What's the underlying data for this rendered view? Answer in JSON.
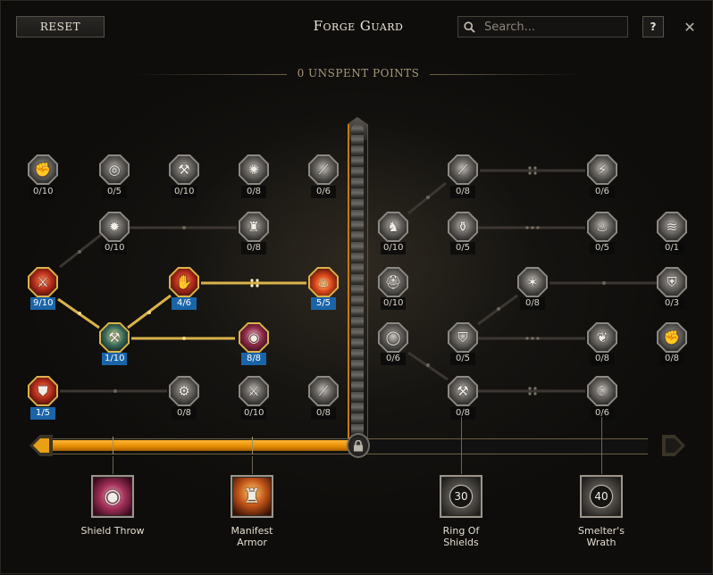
{
  "header": {
    "reset_label": "RESET",
    "title": "Forge Guard",
    "search_placeholder": "Search...",
    "help_label": "?",
    "close_label": "✕",
    "unspent_points": "0 UNSPENT POINTS"
  },
  "progress": {
    "filled_fraction": 0.51,
    "lock_icon": "lock-icon"
  },
  "left_tree": [
    {
      "id": "l1",
      "count": "0/10",
      "state": "normal",
      "icon": "fist-icon"
    },
    {
      "id": "l2",
      "count": "0/5",
      "state": "normal",
      "icon": "swirl-icon"
    },
    {
      "id": "l3",
      "count": "0/10",
      "state": "normal",
      "icon": "hammer-icon"
    },
    {
      "id": "l4",
      "count": "0/8",
      "state": "normal",
      "icon": "burst-icon"
    },
    {
      "id": "l5",
      "count": "0/6",
      "state": "normal",
      "icon": "slash-icon"
    },
    {
      "id": "l6",
      "count": "0/10",
      "state": "normal",
      "icon": "whirl-icon"
    },
    {
      "id": "l7",
      "count": "0/8",
      "state": "normal",
      "icon": "spire-icon"
    },
    {
      "id": "l8",
      "count": "9/10",
      "state": "active",
      "icon": "crossed-swords-icon"
    },
    {
      "id": "l9",
      "count": "4/6",
      "state": "active",
      "icon": "gauntlet-icon"
    },
    {
      "id": "l10",
      "count": "5/5",
      "state": "active",
      "icon": "flame-icon"
    },
    {
      "id": "l11",
      "count": "1/10",
      "state": "active",
      "icon": "forge-hammer-icon"
    },
    {
      "id": "l12",
      "count": "8/8",
      "state": "active",
      "icon": "round-shield-icon"
    },
    {
      "id": "l13",
      "count": "1/5",
      "state": "active",
      "icon": "kite-shield-icon"
    },
    {
      "id": "l14",
      "count": "0/8",
      "state": "normal",
      "icon": "gear-icon"
    },
    {
      "id": "l15",
      "count": "0/10",
      "state": "normal",
      "icon": "axe-icon"
    },
    {
      "id": "l16",
      "count": "0/8",
      "state": "normal",
      "icon": "blade-icon"
    }
  ],
  "right_tree": [
    {
      "id": "r1",
      "count": "0/8",
      "state": "normal",
      "icon": "spear-icon"
    },
    {
      "id": "r2",
      "count": "0/6",
      "state": "normal",
      "icon": "claw-icon"
    },
    {
      "id": "r3",
      "count": "0/10",
      "state": "normal",
      "icon": "knight-icon"
    },
    {
      "id": "r4",
      "count": "0/5",
      "state": "normal",
      "icon": "flask-icon"
    },
    {
      "id": "r5",
      "count": "0/5",
      "state": "normal",
      "icon": "brazier-icon"
    },
    {
      "id": "r6",
      "count": "0/1",
      "state": "normal",
      "icon": "wave-icon"
    },
    {
      "id": "r7",
      "count": "0/10",
      "state": "normal",
      "icon": "helm-icon"
    },
    {
      "id": "r8",
      "count": "0/8",
      "state": "normal",
      "icon": "strike-icon"
    },
    {
      "id": "r9",
      "count": "0/3",
      "state": "normal",
      "icon": "armor-icon"
    },
    {
      "id": "r10",
      "count": "0/6",
      "state": "normal",
      "icon": "ring-icon"
    },
    {
      "id": "r11",
      "count": "0/5",
      "state": "normal",
      "icon": "crest-icon"
    },
    {
      "id": "r12",
      "count": "0/8",
      "state": "normal",
      "icon": "feather-icon"
    },
    {
      "id": "r13",
      "count": "0/8",
      "state": "normal",
      "icon": "grip-icon"
    },
    {
      "id": "r14",
      "count": "0/8",
      "state": "normal",
      "icon": "mallet-icon"
    },
    {
      "id": "r15",
      "count": "0/6",
      "state": "normal",
      "icon": "crescent-icon"
    }
  ],
  "rewards": [
    {
      "label": "Shield Throw",
      "level": "",
      "state": "unlocked",
      "icon": "shield-throw-icon"
    },
    {
      "label": "Manifest Armor",
      "level": "",
      "state": "unlocked",
      "icon": "manifest-armor-icon"
    },
    {
      "label": "Ring Of Shields",
      "level": "30",
      "state": "locked",
      "icon": "ring-of-shields-icon"
    },
    {
      "label": "Smelter's Wrath",
      "level": "40",
      "state": "locked",
      "icon": "smelters-wrath-icon"
    }
  ],
  "colors": {
    "accent_orange": "#e38a00",
    "active_badge": "#1a64a8",
    "gold_border": "#d9b24a"
  }
}
